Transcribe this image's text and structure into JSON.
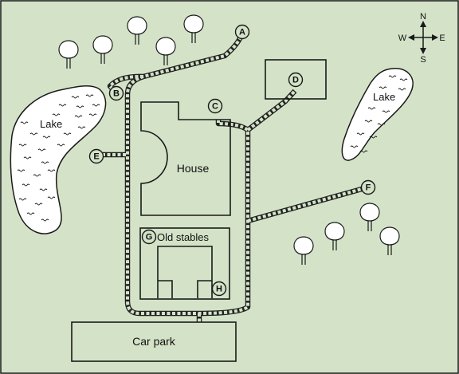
{
  "labels": {
    "lake_left": "Lake",
    "lake_right": "Lake",
    "house": "House",
    "old_stables": "Old stables",
    "car_park": "Car park"
  },
  "markers": {
    "a": "A",
    "b": "B",
    "c": "C",
    "d": "D",
    "e": "E",
    "f": "F",
    "g": "G",
    "h": "H"
  },
  "compass": {
    "n": "N",
    "s": "S",
    "e": "E",
    "w": "W"
  },
  "colors": {
    "background": "#d4e3c8",
    "line": "#1a1a1a"
  }
}
